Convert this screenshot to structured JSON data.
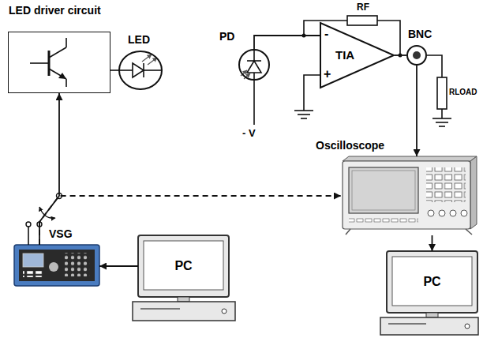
{
  "diagram": {
    "nodes": [
      {
        "text": [
          "LED driver circuit"
        ]
      },
      {
        "text": [
          "LED"
        ]
      },
      {
        "text": [
          "PD"
        ]
      },
      {
        "text": [
          "TIA"
        ]
      },
      {
        "text": [
          "BNC"
        ]
      },
      {
        "text": [
          "Oscilloscope"
        ]
      },
      {
        "text": [
          "VSG"
        ]
      },
      {
        "text": [
          "PC"
        ]
      },
      {
        "text": [
          "PC"
        ]
      }
    ],
    "edges": [
      {
        "from": 2,
        "to": 3,
        "arrow": "none"
      },
      {
        "from": 3,
        "to": 4,
        "arrow": "none"
      },
      {
        "from": 4,
        "to": 5,
        "arrow": "to"
      },
      {
        "from": 5,
        "to": 8,
        "arrow": "to"
      },
      {
        "from": 7,
        "to": 6,
        "arrow": "to"
      },
      {
        "from": 6,
        "to": 0,
        "arrow": "to"
      },
      {
        "from": 6,
        "to": 5,
        "arrow": "to"
      }
    ],
    "labels": [
      "RF",
      "RLOAD",
      "-",
      "+",
      "- V"
    ]
  }
}
